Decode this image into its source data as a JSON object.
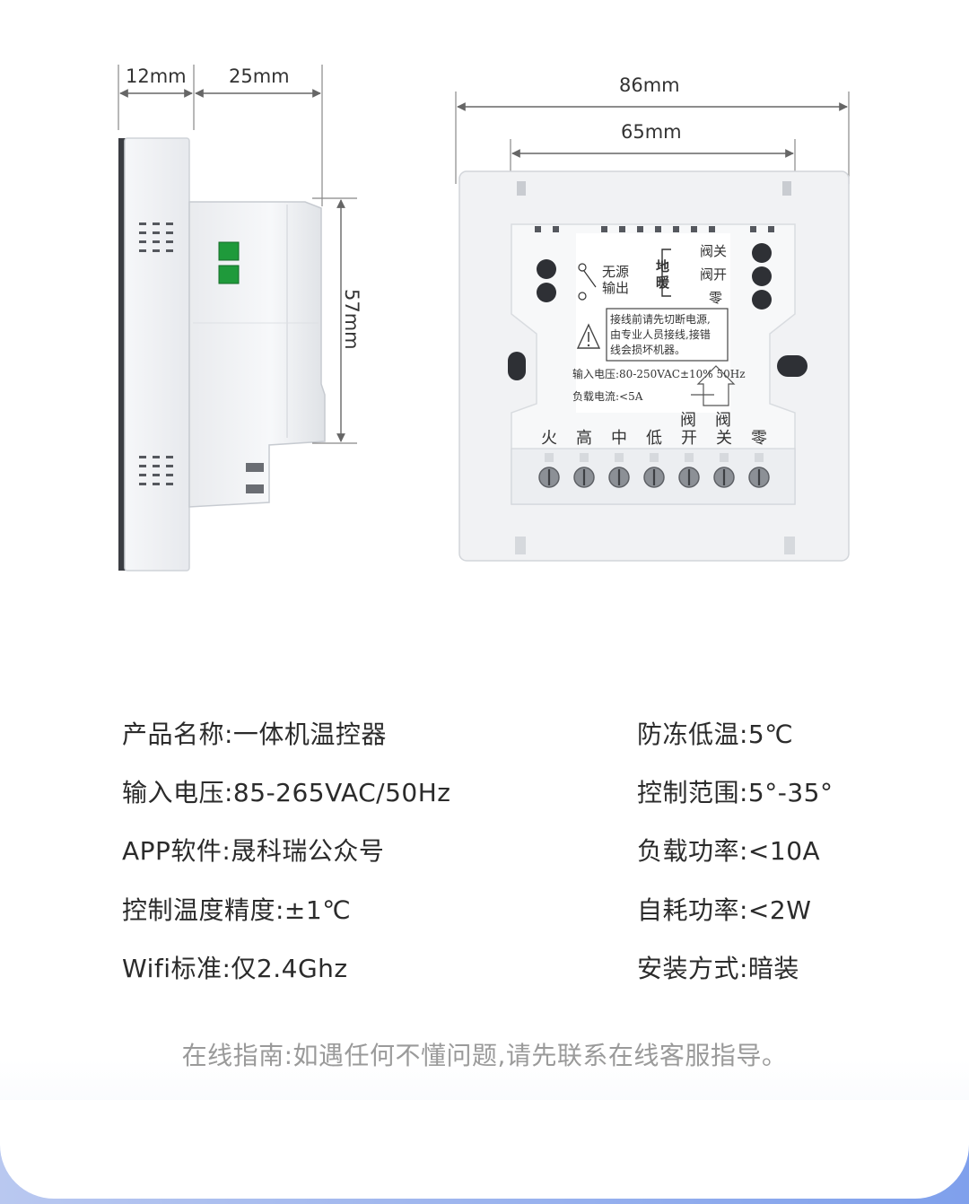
{
  "dimensions": {
    "side_depth_front": "12mm",
    "side_depth_back": "25mm",
    "side_height": "57mm",
    "rear_width_outer": "86mm",
    "rear_width_inner": "65mm"
  },
  "rear_labels": {
    "passive_output_line1": "无源",
    "passive_output_line2": "输出",
    "floor_heating_line1": "地",
    "floor_heating_line2": "暖",
    "valve_close": "阀关",
    "valve_open": "阀开",
    "neutral": "零",
    "warning_line1": "接线前请先切断电源,",
    "warning_line2": "由专业人员接线,接错",
    "warning_line3": "线会损坏机器。",
    "input_voltage": "输入电压:80-250VAC±10% 50Hz",
    "load_current": "负载电流:<5A",
    "terminals": [
      "火",
      "高",
      "中",
      "低",
      "开",
      "关",
      "零"
    ],
    "terminal_top_valve": "阀"
  },
  "specs_left": [
    "产品名称:一体机温控器",
    "输入电压:85-265VAC/50Hz",
    "APP软件:晟科瑞公众号",
    "控制温度精度:±1℃",
    "Wifi标准:仅2.4Ghz"
  ],
  "specs_right": [
    "防冻低温:5℃",
    "控制范围:5°-35°",
    "负载功率:<10A",
    "自耗功率:<2W",
    "安装方式:暗装"
  ],
  "guide_text": "在线指南:如遇任何不懂问题,请先联系在线客服指导。",
  "colors": {
    "text": "#2b2b2b",
    "guide": "#9a9a9a",
    "terminal_green": "#1f9a3b",
    "body_grey": "#eef0f3"
  }
}
